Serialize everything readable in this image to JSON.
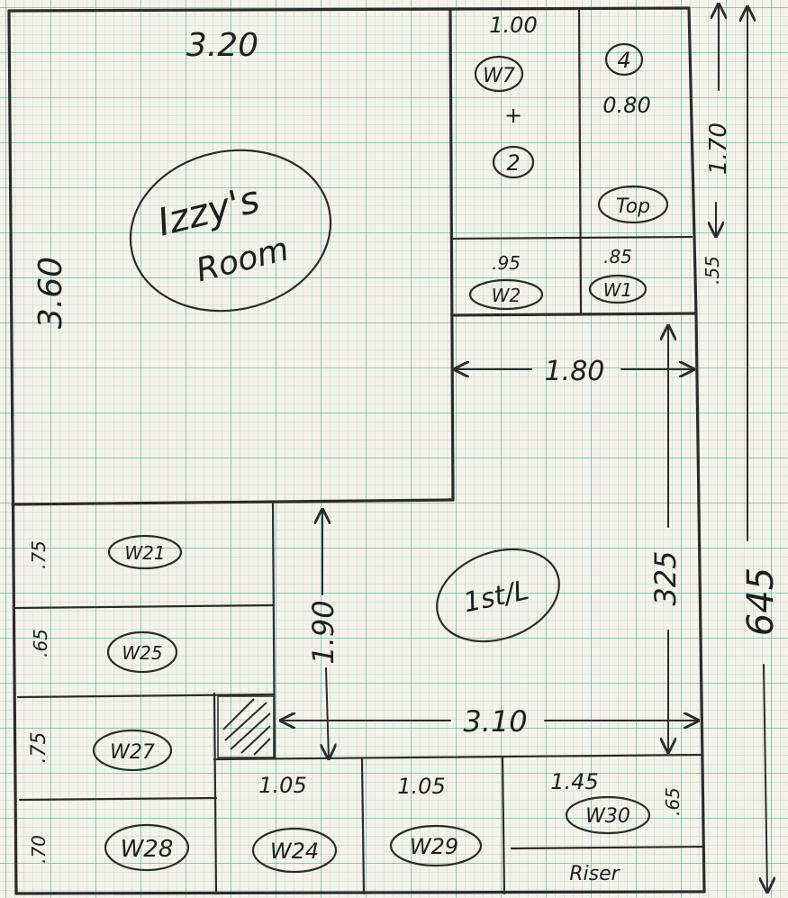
{
  "labels": {
    "izzys_room_line1": "Izzy's",
    "izzys_room_line2": "Room",
    "room_width": "3.20",
    "room_depth": "3.60",
    "w7_width": "1.00",
    "w7_tag": "W7",
    "w7_plus": "+",
    "w7_count": "2",
    "top_count": "4",
    "top_width": "0.80",
    "top_tag": "Top",
    "w2_width": ".95",
    "w2_tag": "W2",
    "w1_width": ".85",
    "w1_tag": "W1",
    "right_upper_dim": "1.70",
    "right_small_dim": ".55",
    "landing_width": "1.80",
    "landing_tag": "1st/L",
    "stair_dim": "1.90",
    "landing_depth": "325",
    "stair_width": "3.10",
    "total_depth": "645",
    "w21_dim": ".75",
    "w21_tag": "W21",
    "w25_dim": ".65",
    "w25_tag": "W25",
    "w27_dim": ".75",
    "w27_tag": "W27",
    "w28_dim": ".70",
    "w28_tag": "W28",
    "w24_width": "1.05",
    "w24_tag": "W24",
    "w29_width": "1.05",
    "w29_tag": "W29",
    "w30_width": "1.45",
    "w30_tag": "W30",
    "w30_depth": ".65",
    "riser_label": "Riser"
  }
}
